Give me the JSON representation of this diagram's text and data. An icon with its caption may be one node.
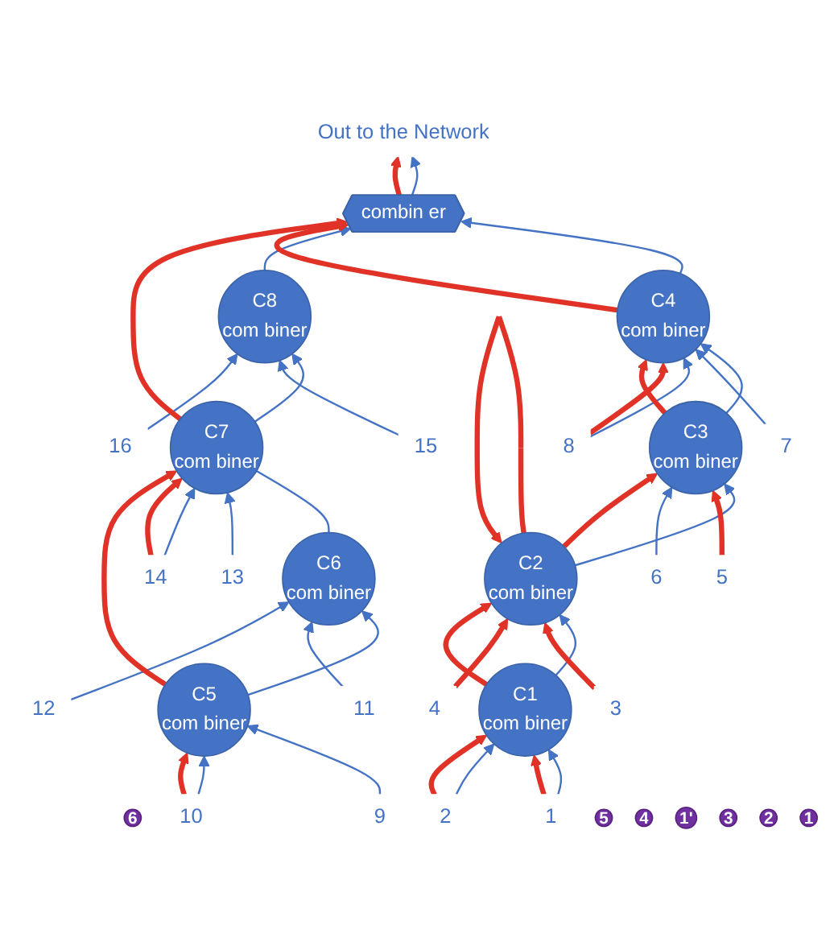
{
  "diagram": {
    "nodes": [
      {
        "text": [
          "Out to the Network"
        ]
      },
      {
        "text": [
          "combin er"
        ]
      },
      {
        "text": [
          "6"
        ]
      },
      {
        "text": [
          "C4",
          "com biner"
        ]
      },
      {
        "text": [
          "C8",
          "com biner"
        ]
      },
      {
        "text": [
          "C3",
          "com biner"
        ]
      },
      {
        "text": [
          "C7",
          "com biner"
        ]
      },
      {
        "text": [
          "C2",
          "com biner"
        ]
      },
      {
        "text": [
          "C6",
          "com biner"
        ]
      },
      {
        "text": [
          "C1",
          "com biner"
        ]
      },
      {
        "text": [
          "C5",
          "com biner"
        ]
      },
      {
        "text": [
          "1"
        ]
      },
      {
        "text": [
          "2"
        ]
      },
      {
        "text": [
          "3"
        ]
      },
      {
        "text": [
          "4"
        ]
      },
      {
        "text": [
          "5"
        ]
      },
      {
        "text": [
          "6"
        ]
      },
      {
        "text": [
          "7"
        ]
      },
      {
        "text": [
          "8"
        ]
      },
      {
        "text": [
          "9"
        ]
      },
      {
        "text": [
          "10"
        ]
      },
      {
        "text": [
          "11"
        ]
      },
      {
        "text": [
          "12"
        ]
      },
      {
        "text": [
          "13"
        ]
      },
      {
        "text": [
          "14"
        ]
      },
      {
        "text": [
          "15"
        ]
      },
      {
        "text": [
          "16"
        ]
      },
      {
        "text": [
          "5"
        ]
      },
      {
        "text": [
          "4"
        ]
      },
      {
        "text": [
          "1'"
        ]
      },
      {
        "text": [
          "3"
        ]
      },
      {
        "text": [
          "2"
        ]
      },
      {
        "text": [
          "1"
        ]
      }
    ],
    "edges": [
      {
        "from": 1,
        "to": 0,
        "arrow": "to"
      },
      {
        "from": 1,
        "to": 0,
        "arrow": "to",
        "style": "thick",
        "color": "#e03226"
      },
      {
        "from": 3,
        "to": 1,
        "arrow": "to"
      },
      {
        "from": 4,
        "to": 1,
        "arrow": "to"
      },
      {
        "from": 5,
        "to": 3,
        "arrow": "to"
      },
      {
        "from": 7,
        "to": 5,
        "arrow": "to"
      },
      {
        "from": 9,
        "to": 7,
        "arrow": "to"
      },
      {
        "from": 6,
        "to": 4,
        "arrow": "to"
      },
      {
        "from": 8,
        "to": 6,
        "arrow": "none"
      },
      {
        "from": 10,
        "to": 8,
        "arrow": "to"
      },
      {
        "from": 11,
        "to": 9,
        "arrow": "to"
      },
      {
        "from": 11,
        "to": 9,
        "arrow": "to",
        "style": "thick",
        "color": "#e03226"
      },
      {
        "from": 12,
        "to": 9,
        "arrow": "to"
      },
      {
        "from": 12,
        "to": 9,
        "arrow": "to",
        "style": "thick",
        "color": "#e03226"
      },
      {
        "from": 13,
        "to": 7,
        "arrow": "to",
        "style": "thick",
        "color": "#e03226"
      },
      {
        "from": 14,
        "to": 7,
        "arrow": "to",
        "style": "thick",
        "color": "#e03226"
      },
      {
        "from": 15,
        "to": 5,
        "arrow": "to",
        "style": "thick",
        "color": "#e03226"
      },
      {
        "from": 16,
        "to": 5,
        "arrow": "to"
      },
      {
        "from": 17,
        "to": 3,
        "arrow": "to"
      },
      {
        "from": 18,
        "to": 3,
        "arrow": "to"
      },
      {
        "from": 18,
        "to": 3,
        "arrow": "to",
        "style": "thick",
        "color": "#e03226"
      },
      {
        "from": 19,
        "to": 10,
        "arrow": "to"
      },
      {
        "from": 20,
        "to": 10,
        "arrow": "to"
      },
      {
        "from": 20,
        "to": 10,
        "arrow": "to",
        "style": "thick",
        "color": "#e03226"
      },
      {
        "from": 21,
        "to": 8,
        "arrow": "to"
      },
      {
        "from": 22,
        "to": 8,
        "arrow": "to"
      },
      {
        "from": 23,
        "to": 6,
        "arrow": "to"
      },
      {
        "from": 24,
        "to": 6,
        "arrow": "to"
      },
      {
        "from": 24,
        "to": 6,
        "arrow": "to",
        "style": "thick",
        "color": "#e03226"
      },
      {
        "from": 25,
        "to": 4,
        "arrow": "to"
      },
      {
        "from": 26,
        "to": 4,
        "arrow": "to"
      },
      {
        "from": 9,
        "to": 7,
        "arrow": "to",
        "style": "thick",
        "color": "#e03226"
      },
      {
        "from": 7,
        "to": 7,
        "arrow": "to",
        "style": "thick",
        "color": "#e03226"
      },
      {
        "from": 7,
        "to": 5,
        "arrow": "to",
        "style": "thick",
        "color": "#e03226"
      },
      {
        "from": 5,
        "to": 3,
        "arrow": "to",
        "style": "thick",
        "color": "#e03226"
      },
      {
        "from": 3,
        "to": 1,
        "arrow": "to",
        "style": "thick",
        "color": "#e03226"
      },
      {
        "from": 10,
        "to": 6,
        "arrow": "to",
        "style": "thick",
        "color": "#e03226"
      },
      {
        "from": 6,
        "to": 1,
        "arrow": "to",
        "style": "thick",
        "color": "#e03226"
      }
    ]
  }
}
